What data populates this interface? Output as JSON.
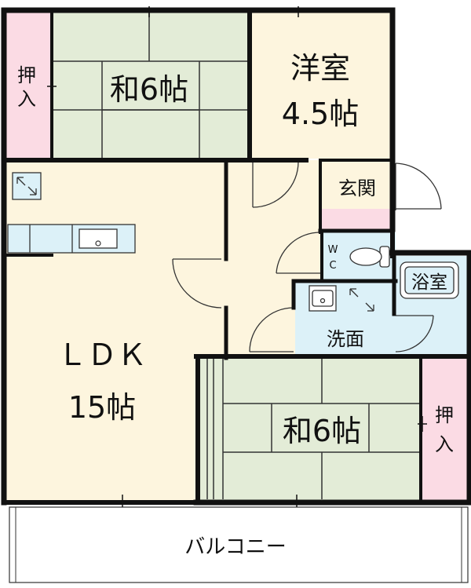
{
  "rooms": {
    "washitsu_top": {
      "label": "和6帖"
    },
    "oshiire_top": {
      "label_line1": "押",
      "label_line2": "入"
    },
    "youshitsu": {
      "label_line1": "洋室",
      "label_line2": "4.5帖"
    },
    "genkan": {
      "label": "玄関"
    },
    "wc": {
      "label_line1": "W",
      "label_line2": "C"
    },
    "yokushitsu": {
      "label": "浴室"
    },
    "senmen": {
      "label": "洗面"
    },
    "ldk": {
      "label_line1": "ＬＤＫ",
      "label_line2": "15帖"
    },
    "washitsu_bottom": {
      "label": "和6帖"
    },
    "oshiire_bottom": {
      "label_line1": "押",
      "label_line2": "入"
    },
    "balcony": {
      "label": "バルコニー"
    }
  },
  "colors": {
    "tatami": "#e3ecd7",
    "oshiire": "#fbdbe4",
    "floor": "#fdf5de",
    "wet": "#dcf1f8",
    "wall": "#111111"
  },
  "icons": [
    "ventilation-fan-icon",
    "kitchen-sink-icon",
    "toilet-icon",
    "bathtub-icon",
    "washbasin-icon",
    "door-swing-icon"
  ]
}
